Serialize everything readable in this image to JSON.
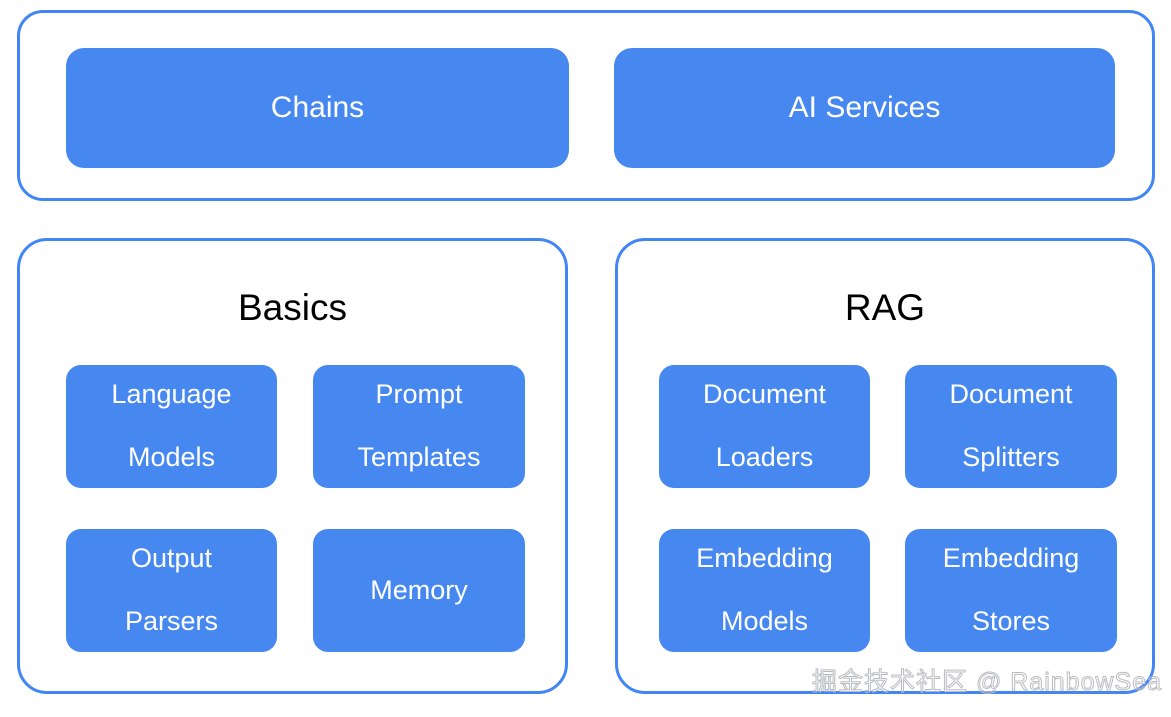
{
  "diagram": {
    "title_text": "",
    "accent_blue": "#4285F4",
    "node_fill": "#4788F0",
    "node_text_color": "#FFFFFF",
    "panel_title_color": "#000000",
    "background": "#FFFFFF"
  },
  "top_container": {
    "nodes": [
      {
        "label": "Chains"
      },
      {
        "label": "AI Services"
      }
    ]
  },
  "panels": [
    {
      "title": "Basics",
      "nodes": [
        {
          "line1": "Language",
          "line2": "Models"
        },
        {
          "line1": "Prompt",
          "line2": "Templates"
        },
        {
          "line1": "Output",
          "line2": "Parsers"
        },
        {
          "line1": "Memory",
          "line2": ""
        }
      ]
    },
    {
      "title": "RAG",
      "nodes": [
        {
          "line1": "Document",
          "line2": "Loaders"
        },
        {
          "line1": "Document",
          "line2": "Splitters"
        },
        {
          "line1": "Embedding",
          "line2": "Models"
        },
        {
          "line1": "Embedding",
          "line2": "Stores"
        }
      ]
    }
  ],
  "watermark": {
    "text": "掘金技术社区 @ RainbowSea"
  }
}
